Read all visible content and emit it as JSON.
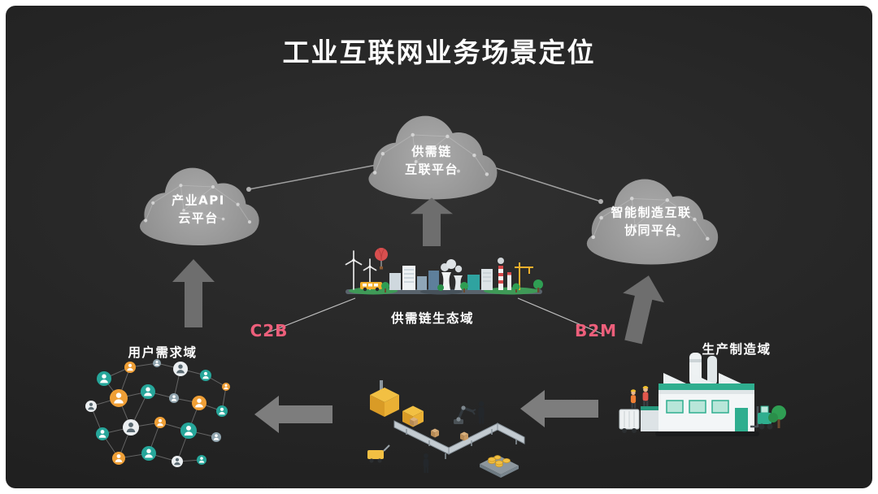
{
  "slide": {
    "title": "工业互联网业务场景定位"
  },
  "clouds": {
    "left": {
      "line1": "产业API",
      "line2": "云平台"
    },
    "center": {
      "line1": "供需链",
      "line2": "互联平台"
    },
    "right": {
      "line1": "智能制造互联",
      "line2": "协同平台"
    }
  },
  "domains": {
    "supply_chain": {
      "label": "供需链生态域"
    },
    "user_demand": {
      "label": "用户需求域"
    },
    "production": {
      "label": "生产制造域"
    }
  },
  "connectors": {
    "c2b_label": "C2B",
    "b2m_label": "B2M"
  },
  "illustrations": {
    "center": "supply-chain-city-scene",
    "bottom_left": "user-network-scene",
    "bottom_center": "assembly-line-scene",
    "bottom_right": "smart-factory-scene"
  },
  "colors": {
    "accent_pink": "#ee5f7b",
    "cloud_gray": "#9a9a9a",
    "arrow_gray": "#6e6e6e",
    "big_arrow_gray": "#7d7d7d",
    "slide_background": "#262626",
    "text_white": "#ffffff"
  }
}
